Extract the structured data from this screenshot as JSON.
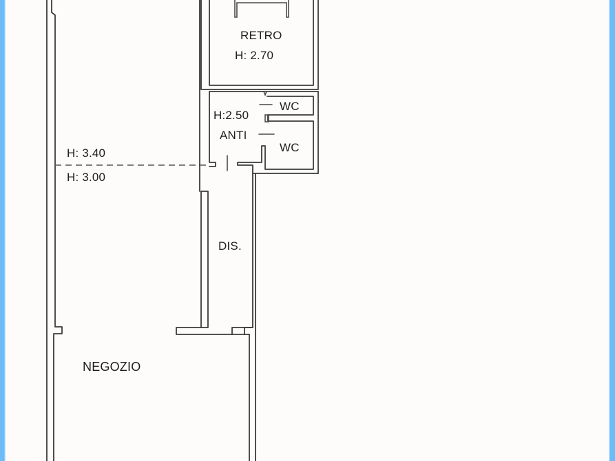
{
  "plan": {
    "type": "floor-plan",
    "rooms": [
      {
        "id": "retro",
        "name": "RETRO",
        "height_label": "H: 2.70"
      },
      {
        "id": "anti",
        "name": "ANTI",
        "height_label": "H:2.50"
      },
      {
        "id": "wc1",
        "name": "WC"
      },
      {
        "id": "wc2",
        "name": "WC"
      },
      {
        "id": "dis",
        "name": "DIS."
      },
      {
        "id": "negozio",
        "name": "NEGOZIO"
      }
    ],
    "ceiling_heights": {
      "upper": "H: 3.40",
      "lower": "H: 3.00"
    }
  },
  "colors": {
    "wall": "#3a3a3a",
    "background": "#fdfcfb",
    "edge_accent": "#6cbcf8"
  }
}
